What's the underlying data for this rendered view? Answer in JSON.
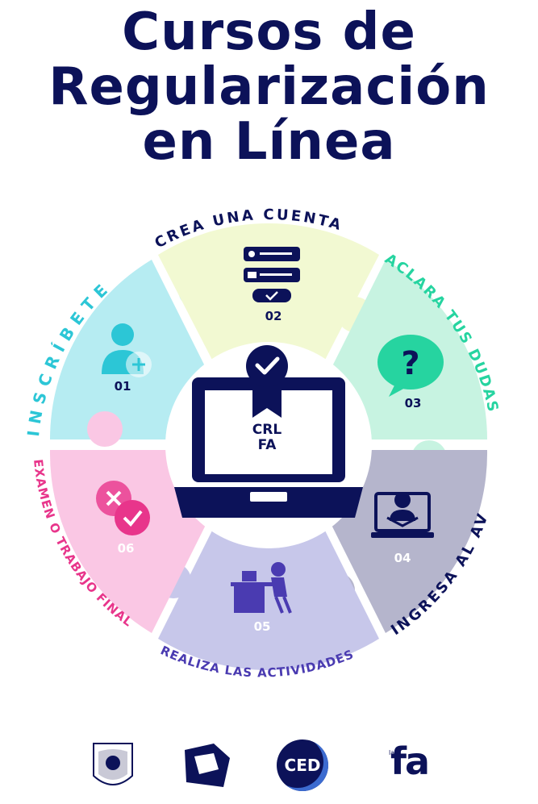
{
  "title": {
    "line1": "Cursos de",
    "line2": "Regularización",
    "line3": "en Línea"
  },
  "colors": {
    "navy": "#0c1259",
    "step1": "#b6ecf2",
    "step2": "#f2f9d2",
    "step3": "#c7f3e1",
    "step4": "#b5b5cc",
    "step5": "#c7c7ea",
    "step6": "#fac7e4",
    "cyan": "#2cc6d6",
    "pink": "#e8358b",
    "purple": "#4a3bb1",
    "green": "#26d4a0"
  },
  "center": {
    "line1": "CRL",
    "line2": "FA"
  },
  "steps": [
    {
      "number": "01",
      "label": "INSCRÍBETE",
      "icon": "user-add-icon"
    },
    {
      "number": "02",
      "label": "CREA UNA CUENTA",
      "icon": "account-form-icon"
    },
    {
      "number": "03",
      "label": "ACLARA TUS DUDAS",
      "icon": "question-bubble-icon"
    },
    {
      "number": "04",
      "label": "INGRESA AL AV",
      "icon": "laptop-user-icon"
    },
    {
      "number": "05",
      "label": "REALIZA LAS ACTIVIDADES",
      "icon": "desk-worker-icon"
    },
    {
      "number": "06",
      "label": "EXAMEN O TRABAJO FINAL",
      "icon": "exam-check-icon"
    }
  ],
  "logos": {
    "ced": "CED",
    "fa": "fa",
    "fa_prefix": "la"
  }
}
